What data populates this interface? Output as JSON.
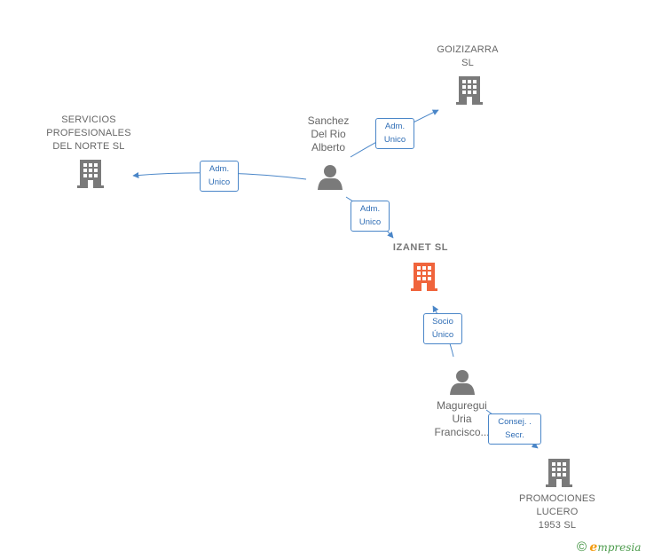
{
  "colors": {
    "edge": "#4a86c8",
    "building": "#7a7a7a",
    "focus_building": "#f0643c",
    "person": "#7a7a7a"
  },
  "nodes": {
    "servicios": {
      "label": "SERVICIOS\nPROFESIONALES\nDEL NORTE  SL",
      "icon": "building-icon"
    },
    "goizizarra": {
      "label": "GOIZIZARRA\nSL",
      "icon": "building-icon"
    },
    "izanet": {
      "label": "IZANET  SL",
      "icon": "building-icon"
    },
    "promociones": {
      "label": "PROMOCIONES\nLUCERO\n1953  SL",
      "icon": "building-icon"
    },
    "sanchez": {
      "label": "Sanchez\nDel Rio\nAlberto",
      "icon": "person-icon"
    },
    "maguregui": {
      "label": "Maguregui\nUria\nFrancisco...",
      "icon": "person-icon"
    }
  },
  "edges": {
    "sanchez_servicios": "Adm.\nUnico",
    "sanchez_goizizarra": "Adm.\nUnico",
    "sanchez_izanet": "Adm.\nUnico",
    "maguregui_izanet": "Socio\nÚnico",
    "maguregui_promociones": "Consej. .\nSecr."
  },
  "brand": {
    "copyright": "©",
    "initial": "e",
    "rest": "mpresia"
  }
}
